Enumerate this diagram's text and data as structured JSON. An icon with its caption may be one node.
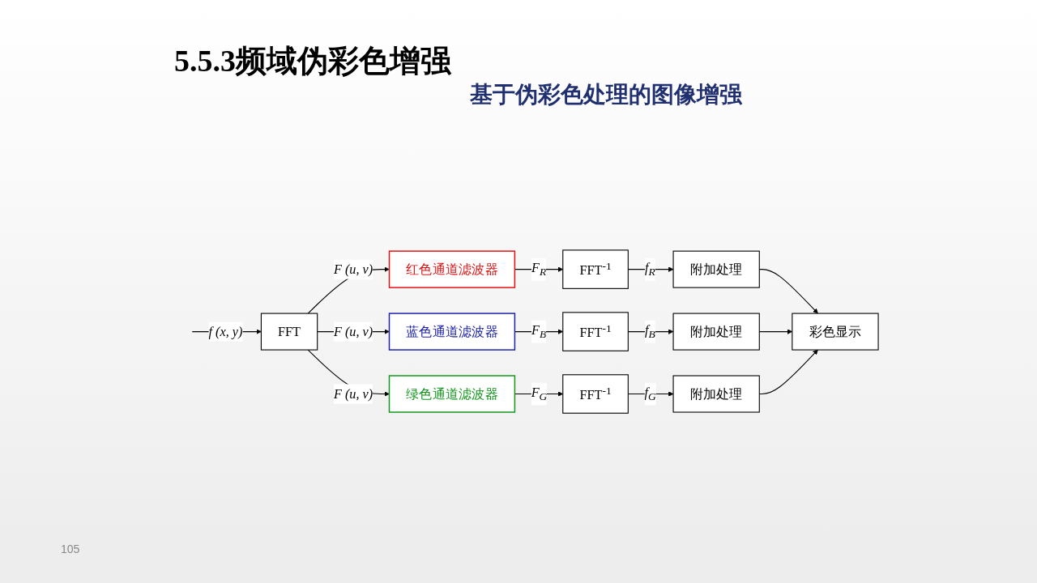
{
  "diagram": {
    "title": "5.5.3频域伪彩色增强",
    "nodes": [
      {
        "text": [
          "FFT"
        ]
      },
      {
        "text": [
          "红色通道滤波器"
        ]
      },
      {
        "text": [
          "蓝色通道滤波器"
        ]
      },
      {
        "text": [
          "绿色通道滤波器"
        ]
      },
      {
        "text": [
          "FFT$^{-1}$"
        ]
      },
      {
        "text": [
          "FFT$^{-1}$"
        ]
      },
      {
        "text": [
          "FFT$^{-1}$"
        ]
      },
      {
        "text": [
          "附加处理"
        ]
      },
      {
        "text": [
          "附加处理"
        ]
      },
      {
        "text": [
          "附加处理"
        ]
      },
      {
        "text": [
          "彩色显示"
        ]
      }
    ],
    "edges": [
      {
        "from": null,
        "to": 0,
        "arrow": "to",
        "label": "f (x, y)"
      },
      {
        "from": 0,
        "to": 1,
        "arrow": "to",
        "label": "F (u, v)"
      },
      {
        "from": 0,
        "to": 2,
        "arrow": "to",
        "label": "F (u, v)"
      },
      {
        "from": 0,
        "to": 3,
        "arrow": "to",
        "label": "F (u, v)"
      },
      {
        "from": 1,
        "to": 4,
        "arrow": "to",
        "label": "F$_{R}$"
      },
      {
        "from": 2,
        "to": 5,
        "arrow": "to",
        "label": "F$_{B}$"
      },
      {
        "from": 3,
        "to": 6,
        "arrow": "to",
        "label": "F$_{G}$"
      },
      {
        "from": 4,
        "to": 7,
        "arrow": "to",
        "label": "f$_{R}$"
      },
      {
        "from": 5,
        "to": 8,
        "arrow": "to",
        "label": "f$_{B}$"
      },
      {
        "from": 6,
        "to": 9,
        "arrow": "to",
        "label": "f$_{G}$"
      },
      {
        "from": 7,
        "to": 10,
        "arrow": "to"
      },
      {
        "from": 8,
        "to": 10,
        "arrow": "to"
      },
      {
        "from": 9,
        "to": 10,
        "arrow": "to"
      }
    ],
    "labels": [
      "基于伪彩色处理的图像增强",
      "105"
    ]
  }
}
